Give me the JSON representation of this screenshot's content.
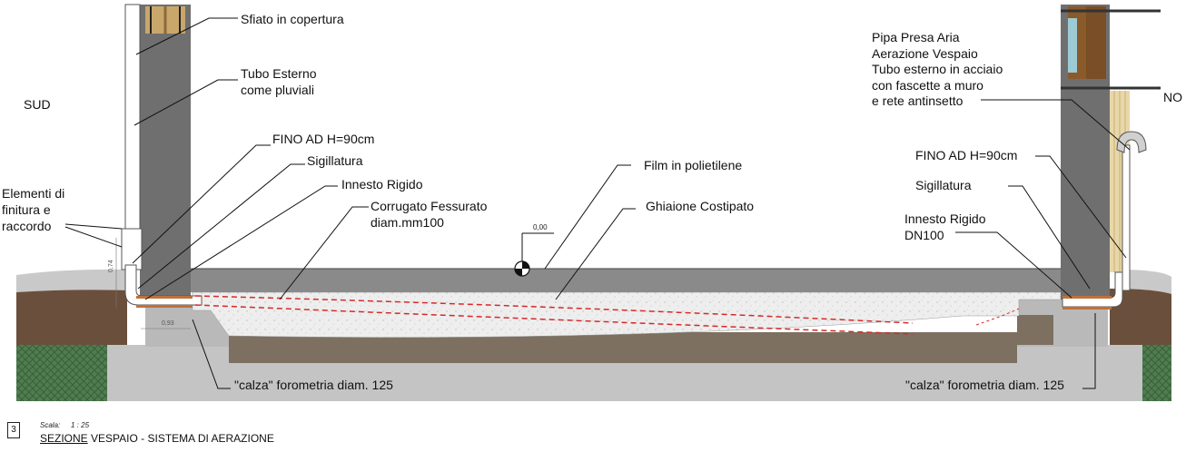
{
  "labels": {
    "sud": "SUD",
    "no": "NO",
    "sfiato": "Sfiato in copertura",
    "tubo_esterno_1": "Tubo Esterno",
    "tubo_esterno_2": "come pluviali",
    "elementi_1": "Elementi di",
    "elementi_2": "finitura e",
    "elementi_3": "raccordo",
    "fino_left": "FINO AD H=90cm",
    "sigillatura_left": "Sigillatura",
    "innesto_left": "Innesto Rigido",
    "corrugato_1": "Corrugato Fessurato",
    "corrugato_2": "diam.mm100",
    "quota": "0,00",
    "film": "Film in polietilene",
    "ghiaione": "Ghiaione Costipato",
    "pipa_1": "Pipa Presa Aria",
    "pipa_2": "Aerazione Vespaio",
    "pipa_3": "Tubo esterno in acciaio",
    "pipa_4": "con fascette a muro",
    "pipa_5": "e rete antinsetto",
    "fino_right": "FINO AD H=90cm",
    "sigillatura_right": "Sigillatura",
    "innesto_right_1": "Innesto Rigido",
    "innesto_right_2": "DN100",
    "calza_left": "\"calza\" forometria diam. 125",
    "calza_right": "\"calza\" forometria diam. 125",
    "dim_74": "0,74",
    "dim_93": "0,93"
  },
  "title_block": {
    "view_number": "3",
    "scale_label": "Scala:",
    "scale_value": "1 : 25",
    "title_underlined": "SEZIONE",
    "title_rest": " VESPAIO - SISTEMA DI AERAZIONE"
  },
  "colors": {
    "concrete": "#8a8a8a",
    "wall": "#6f6f6f",
    "gravel": "#eeeeee",
    "soil": "#6a4f3c",
    "grass": "#4f7d4f",
    "foundation": "#c4c4c4",
    "pipe_dashed": "#d62a2a"
  }
}
